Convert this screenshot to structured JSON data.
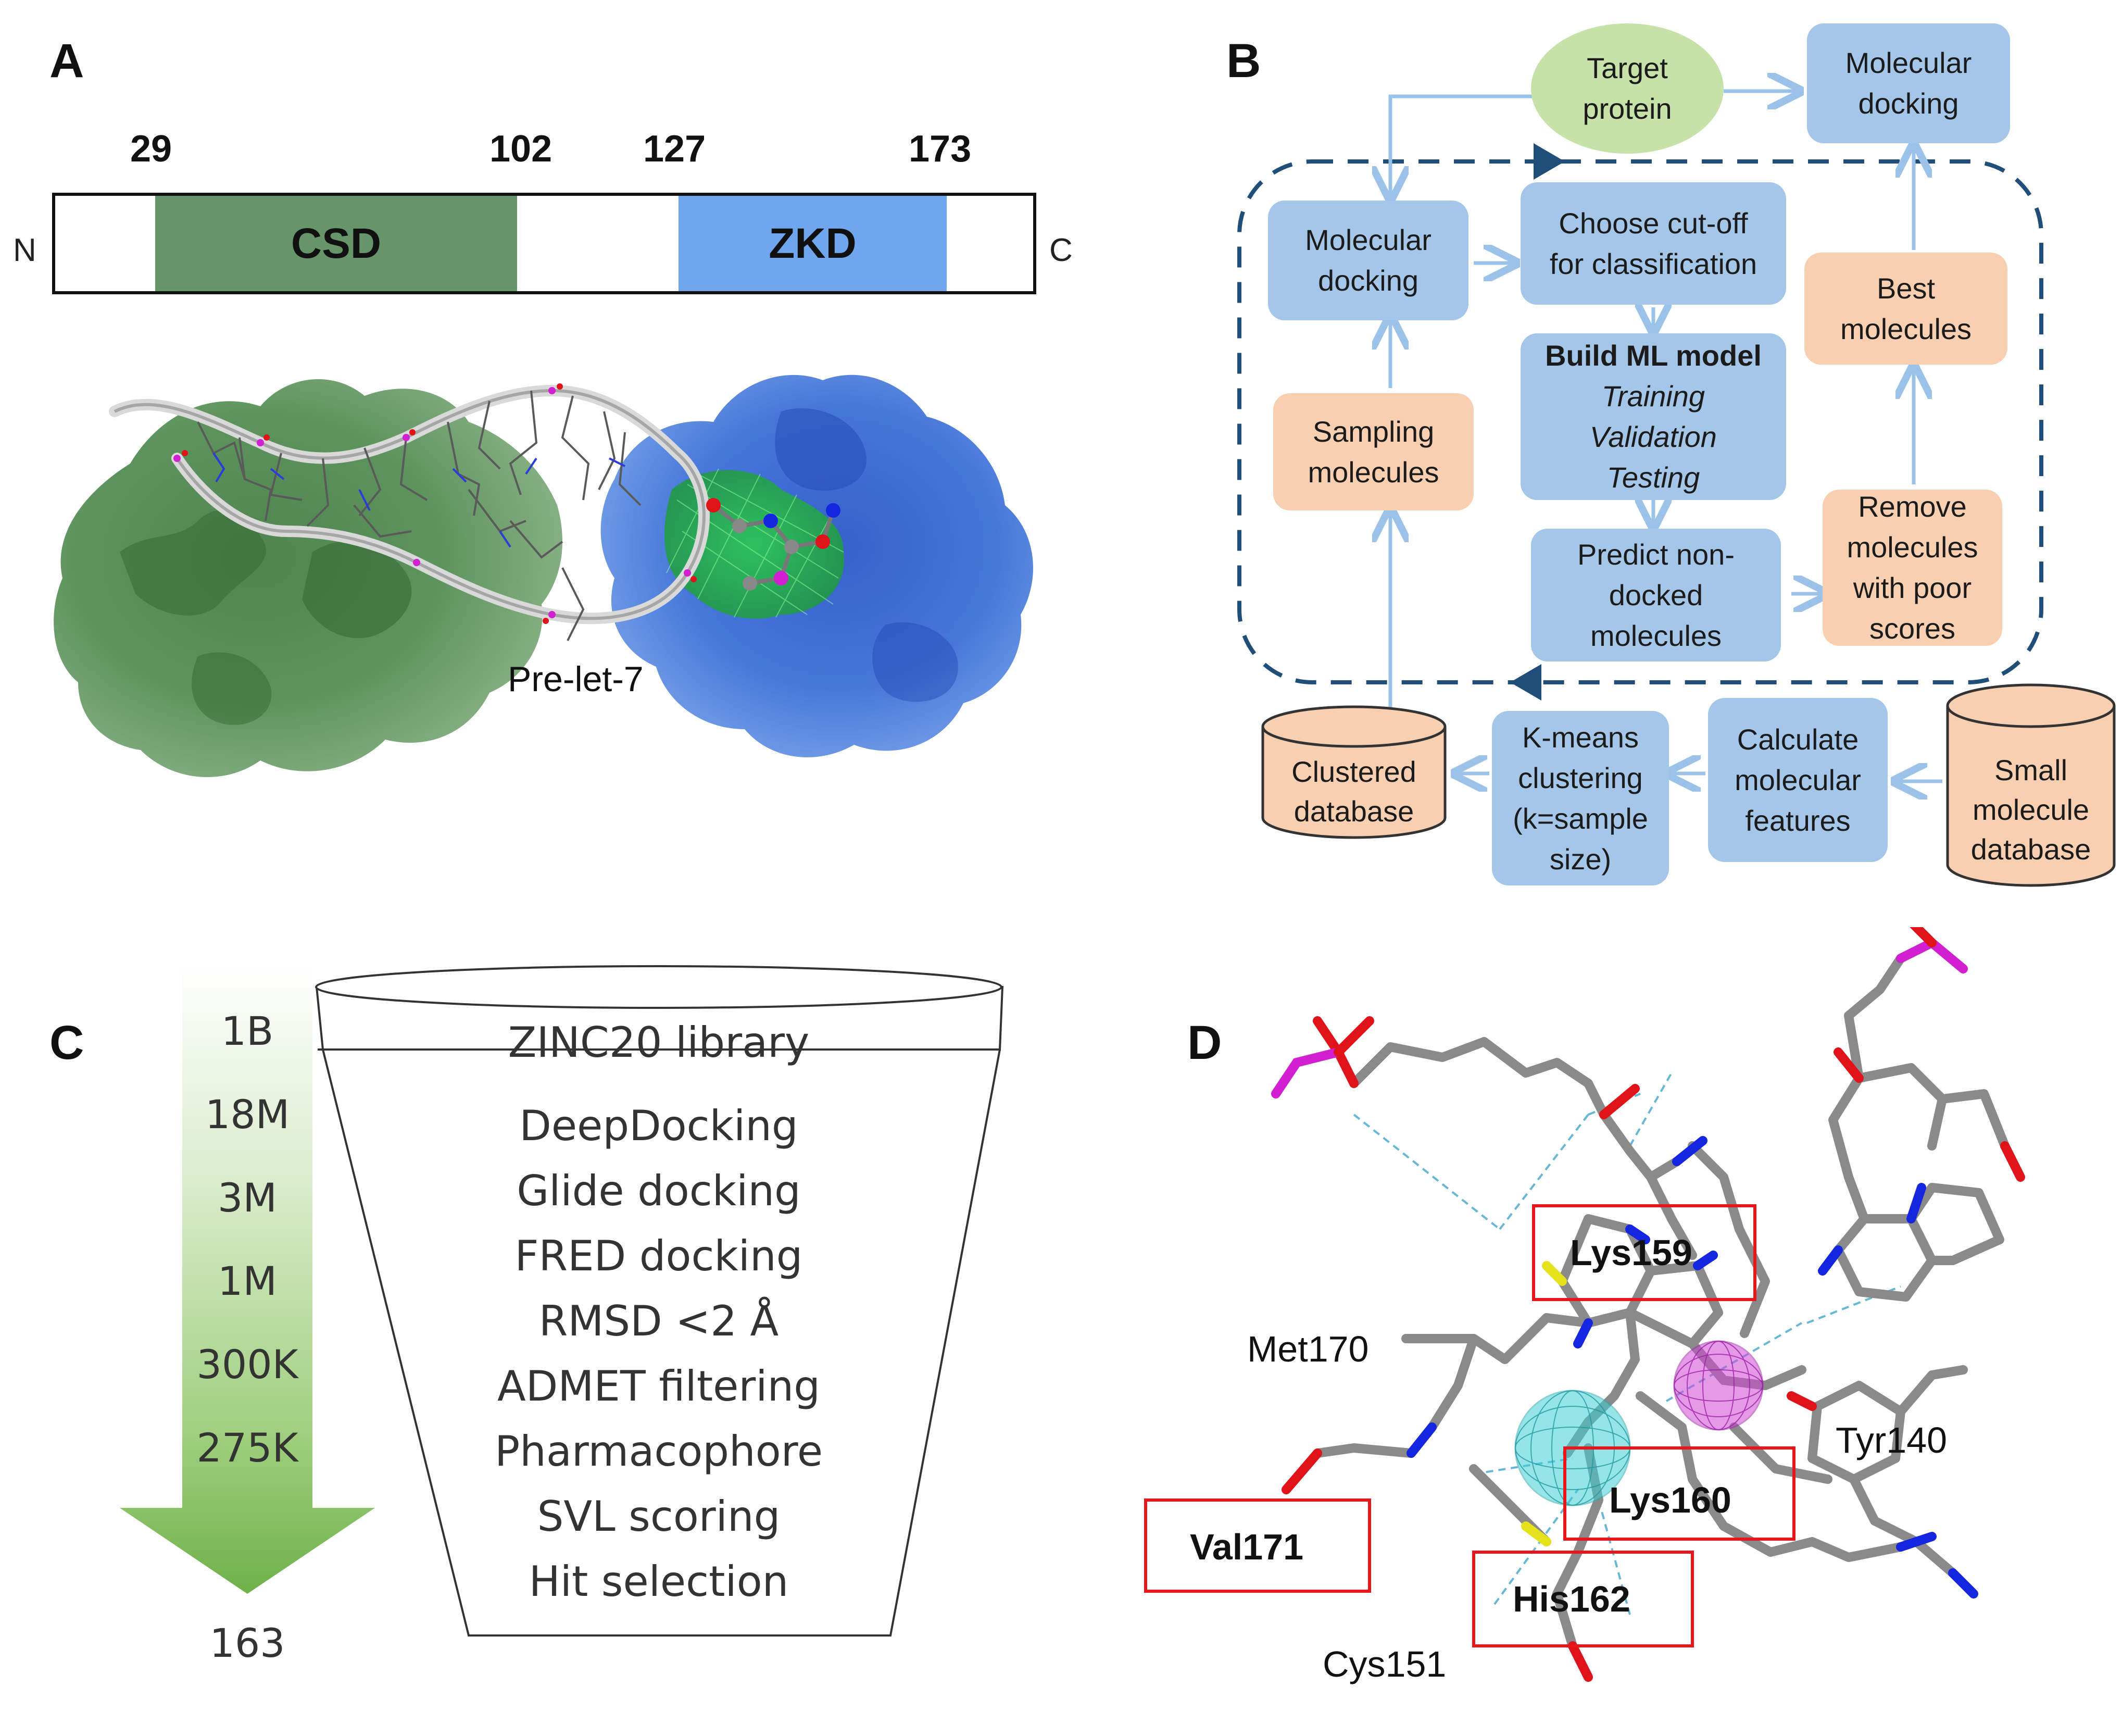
{
  "panel_a": {
    "letter": "A",
    "residues": {
      "r1": "29",
      "r2": "102",
      "r3": "127",
      "r4": "173"
    },
    "n_term": "N",
    "c_term": "C",
    "domain1": "CSD",
    "domain2": "ZKD",
    "rna_label": "Pre-let-7",
    "colors": {
      "csd": "#67956a",
      "zkd": "#6fa6ee",
      "surface_green": "#4f8a4f",
      "surface_blue": "#3b6fd6"
    }
  },
  "panel_b": {
    "letter": "B",
    "target_protein": [
      "Target",
      "protein"
    ],
    "molecular_docking_top": [
      "Molecular",
      "docking"
    ],
    "molecular_docking_loop": [
      "Molecular",
      "docking"
    ],
    "choose_cutoff": [
      "Choose cut-off",
      "for classification"
    ],
    "build_ml_title": "Build ML model",
    "build_ml_steps": [
      "Training",
      "Validation",
      "Testing"
    ],
    "predict": [
      "Predict non-",
      "docked",
      "molecules"
    ],
    "sampling": [
      "Sampling",
      "molecules"
    ],
    "best": [
      "Best",
      "molecules"
    ],
    "remove": [
      "Remove",
      "molecules",
      "with poor",
      "scores"
    ],
    "clustered_db": [
      "Clustered",
      "database"
    ],
    "kmeans": [
      "K-means",
      "clustering",
      "(k=sample",
      "size)"
    ],
    "calculate": [
      "Calculate",
      "molecular",
      "features"
    ],
    "small_db": [
      "Small",
      "molecule",
      "database"
    ],
    "colors": {
      "blue_box": "#a4c6e9",
      "orange_box": "#f9cfb1",
      "ellipse": "#c6e2a8",
      "arrow": "#9bc3ea",
      "loop": "#1f4e79"
    }
  },
  "panel_c": {
    "letter": "C",
    "counts": [
      "1B",
      "18M",
      "3M",
      "1M",
      "300K",
      "275K"
    ],
    "final_count": "163",
    "library": "ZINC20  library",
    "steps": [
      "DeepDocking",
      "Glide docking",
      "FRED docking",
      "RMSD <2 Å",
      "ADMET filtering",
      "Pharmacophore",
      "SVL scoring",
      "Hit selection"
    ]
  },
  "panel_d": {
    "letter": "D",
    "boxed_residues": {
      "lys159": "Lys159",
      "lys160": "Lys160",
      "val171": "Val171",
      "his162": "His162"
    },
    "plain_residues": {
      "met170": "Met170",
      "tyr140": "Tyr140",
      "cys151": "Cys151"
    },
    "colors": {
      "box": "#e8151b",
      "carbon": "#8a8a8a",
      "nitrogen": "#1426e0",
      "oxygen": "#e01418",
      "phosphorus": "#d21fd2",
      "sulfur": "#e5e21a",
      "cyan_sphere": "#3fd0d6",
      "magenta_sphere": "#d048d6"
    }
  }
}
